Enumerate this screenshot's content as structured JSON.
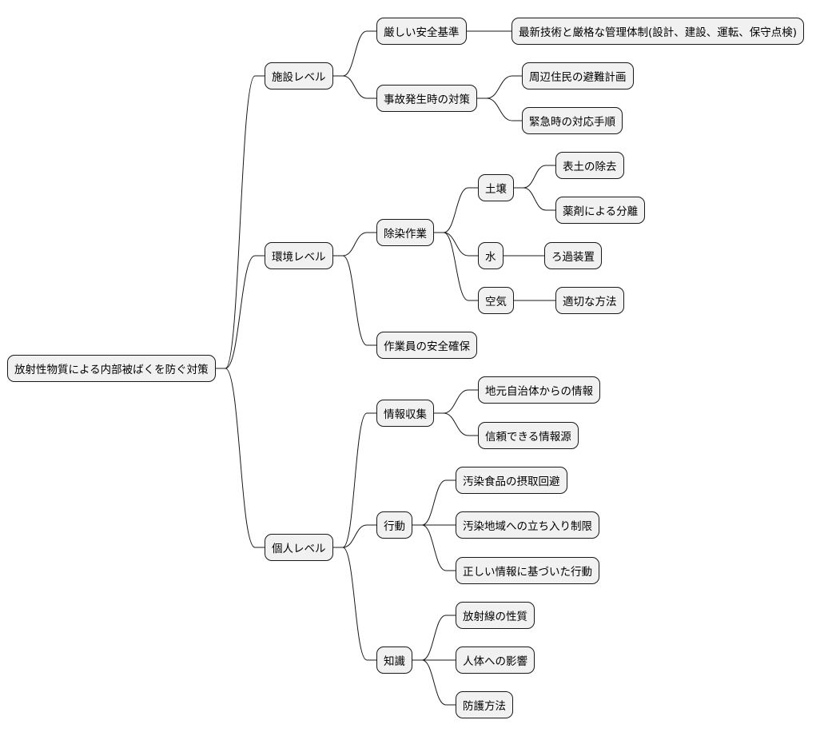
{
  "root": {
    "id": "root",
    "label": "放射性物質による内部被ばくを防ぐ対策",
    "children": [
      {
        "id": "facility",
        "label": "施設レベル",
        "children": [
          {
            "id": "strict-safety",
            "label": "厳しい安全基準",
            "children": [
              {
                "id": "latest-tech",
                "label": "最新技術と厳格な管理体制(設計、建設、運転、保守点検)",
                "children": []
              }
            ]
          },
          {
            "id": "accident-measures",
            "label": "事故発生時の対策",
            "children": [
              {
                "id": "evac-plan",
                "label": "周辺住民の避難計画",
                "children": []
              },
              {
                "id": "emergency-proc",
                "label": "緊急時の対応手順",
                "children": []
              }
            ]
          }
        ]
      },
      {
        "id": "environment",
        "label": "環境レベル",
        "children": [
          {
            "id": "decontam",
            "label": "除染作業",
            "children": [
              {
                "id": "soil",
                "label": "土壌",
                "children": [
                  {
                    "id": "topsoil",
                    "label": "表土の除去",
                    "children": []
                  },
                  {
                    "id": "chem-sep",
                    "label": "薬剤による分離",
                    "children": []
                  }
                ]
              },
              {
                "id": "water",
                "label": "水",
                "children": [
                  {
                    "id": "filter",
                    "label": "ろ過装置",
                    "children": []
                  }
                ]
              },
              {
                "id": "air",
                "label": "空気",
                "children": [
                  {
                    "id": "proper-method",
                    "label": "適切な方法",
                    "children": []
                  }
                ]
              }
            ]
          },
          {
            "id": "worker-safety",
            "label": "作業員の安全確保",
            "children": []
          }
        ]
      },
      {
        "id": "personal",
        "label": "個人レベル",
        "children": [
          {
            "id": "info-collect",
            "label": "情報収集",
            "children": [
              {
                "id": "local-gov",
                "label": "地元自治体からの情報",
                "children": []
              },
              {
                "id": "reliable-src",
                "label": "信頼できる情報源",
                "children": []
              }
            ]
          },
          {
            "id": "action",
            "label": "行動",
            "children": [
              {
                "id": "avoid-food",
                "label": "汚染食品の摂取回避",
                "children": []
              },
              {
                "id": "restrict-area",
                "label": "汚染地域への立ち入り制限",
                "children": []
              },
              {
                "id": "correct-action",
                "label": "正しい情報に基づいた行動",
                "children": []
              }
            ]
          },
          {
            "id": "knowledge",
            "label": "知識",
            "children": [
              {
                "id": "radiation-nature",
                "label": "放射線の性質",
                "children": []
              },
              {
                "id": "body-effect",
                "label": "人体への影響",
                "children": []
              },
              {
                "id": "protection",
                "label": "防護方法",
                "children": []
              }
            ]
          }
        ]
      }
    ]
  }
}
